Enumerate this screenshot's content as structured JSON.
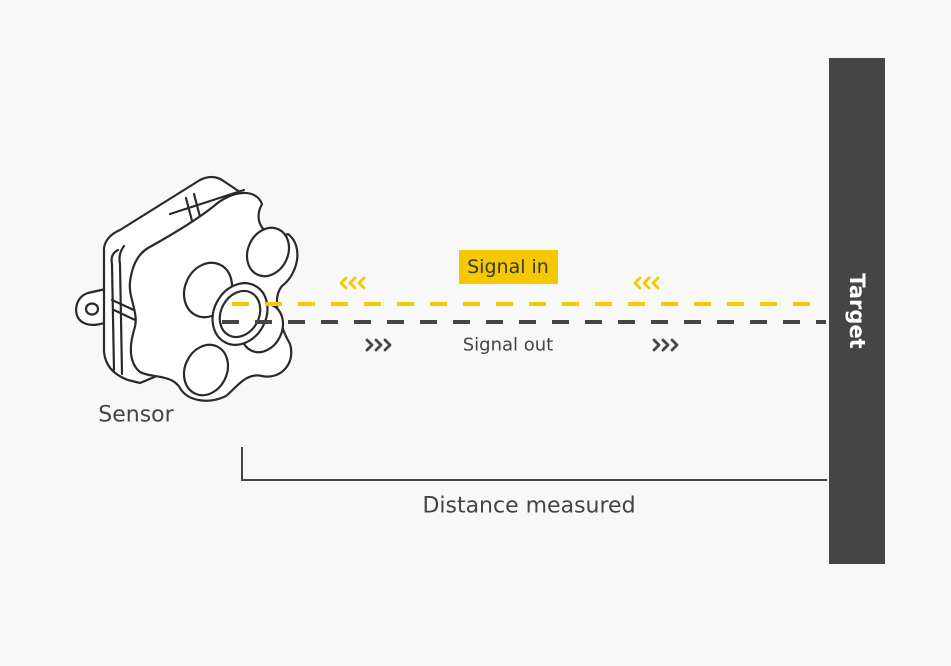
{
  "labels": {
    "sensor": "Sensor",
    "signal_in": "Signal in",
    "signal_out": "Signal out",
    "distance": "Distance measured",
    "target": "Target"
  },
  "colors": {
    "background": "#f8f8f8",
    "signal_in": "#f5c800",
    "signal_out": "#454545",
    "target": "#454545",
    "text": "#444444",
    "target_text": "#ffffff"
  }
}
